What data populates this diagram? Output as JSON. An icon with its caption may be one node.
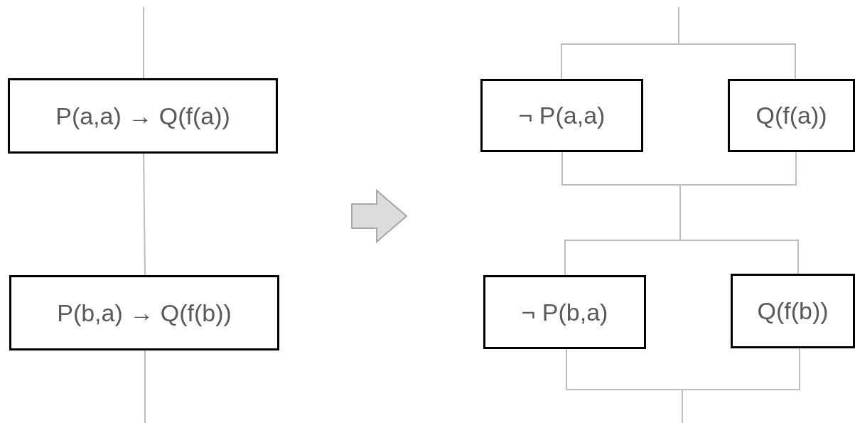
{
  "diagram": {
    "nodes": [
      {
        "text": [
          "P(a,a) → Q(f(a))"
        ]
      },
      {
        "text": [
          "P(b,a) → Q(f(b))"
        ]
      },
      {
        "text": [
          "¬ P(a,a)"
        ]
      },
      {
        "text": [
          "Q(f(a))"
        ]
      },
      {
        "text": [
          "¬ P(b,a)"
        ]
      },
      {
        "text": [
          "Q(f(b))"
        ]
      }
    ],
    "edges": [
      {
        "from": null,
        "to": 0,
        "arrow": "none"
      },
      {
        "from": 0,
        "to": 1,
        "arrow": "none"
      },
      {
        "from": 1,
        "to": null,
        "arrow": "none"
      },
      {
        "from": null,
        "to": 2,
        "arrow": "none"
      },
      {
        "from": null,
        "to": 3,
        "arrow": "none"
      },
      {
        "from": 2,
        "to": 4,
        "arrow": "none"
      },
      {
        "from": 2,
        "to": 5,
        "arrow": "none"
      },
      {
        "from": 3,
        "to": 4,
        "arrow": "none"
      },
      {
        "from": 3,
        "to": 5,
        "arrow": "none"
      },
      {
        "from": 4,
        "to": null,
        "arrow": "none"
      },
      {
        "from": 5,
        "to": null,
        "arrow": "none"
      }
    ]
  }
}
